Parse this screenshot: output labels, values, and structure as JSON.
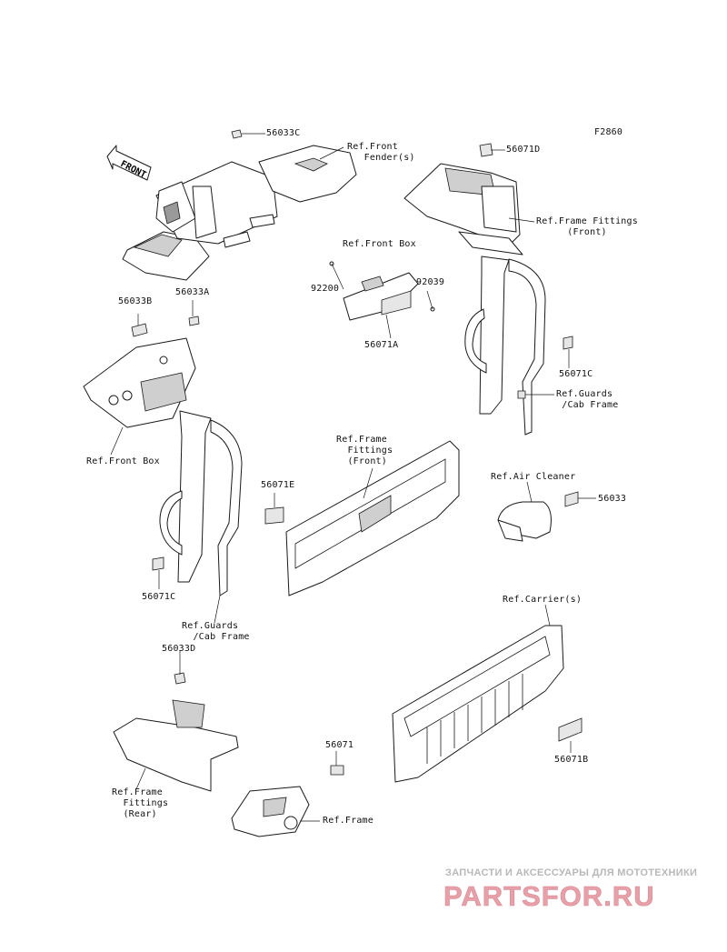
{
  "figure_code": "F2860",
  "front_arrow": "FRONT",
  "callouts": {
    "c_56033C": "56033C",
    "ref_front_fender": "Ref.Front\n   Fender(s)",
    "c_56071D": "56071D",
    "ref_frame_fittings_front_top": "Ref.Frame Fittings\n(Front)",
    "ref_front_box_top": "Ref.Front Box",
    "c_92200": "92200",
    "c_92039": "92039",
    "c_56071A": "56071A",
    "c_56033B": "56033B",
    "c_56033A": "56033A",
    "ref_front_box_left": "Ref.Front Box",
    "c_56071C_right": "56071C",
    "ref_guards_right": "Ref.Guards\n /Cab Frame",
    "ref_frame_fittings_front_mid": "Ref.Frame\n  Fittings\n  (Front)",
    "c_56071E": "56071E",
    "ref_air_cleaner": "Ref.Air Cleaner",
    "c_56033": "56033",
    "c_56071C_left": "56071C",
    "ref_guards_left": "Ref.Guards\n  /Cab Frame",
    "ref_carriers": "Ref.Carrier(s)",
    "c_56033D": "56033D",
    "c_56071B": "56071B",
    "c_56071": "56071",
    "ref_frame_fittings_rear": "Ref.Frame\n  Fittings\n  (Rear)",
    "ref_frame": "Ref.Frame"
  },
  "watermark": {
    "tagline": "ЗАПЧАСТИ И АКСЕССУАРЫ ДЛЯ МОТОТЕХНИКИ",
    "brand": "PARTSFOR.RU",
    "brand_color": "#e8a0a8"
  }
}
